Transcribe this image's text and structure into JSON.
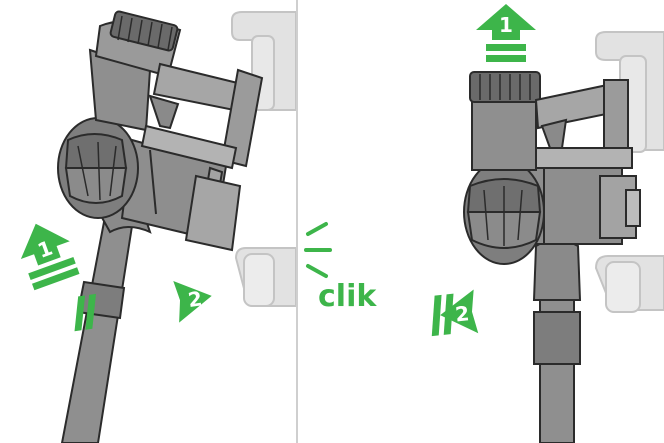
{
  "colors": {
    "accent": "#3db54a",
    "vacuum_dark": "#7d7d7d",
    "vacuum_mid": "#9a9a9a",
    "vacuum_light": "#bdbdbd",
    "wall_mount": "#e2e2e2",
    "outline": "#2b2b2b",
    "divider": "#cfcfcf"
  },
  "icons": {
    "panel_left_up_arrow": "up-arrow-icon",
    "panel_left_push_arrow": "right-arrow-icon",
    "panel_right_up_arrow": "up-arrow-icon",
    "panel_right_pull_arrow": "left-arrow-icon",
    "click_sound": "sound-lines-icon"
  },
  "steps": {
    "left_lift": "1",
    "left_push": "2",
    "right_lift": "1",
    "right_pull": "2"
  },
  "click_text": "clik"
}
